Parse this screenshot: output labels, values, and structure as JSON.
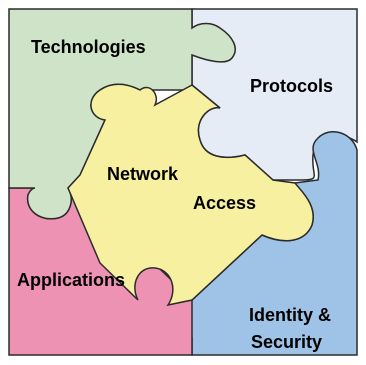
{
  "pieces": {
    "technologies": {
      "label": "Technologies",
      "color": "#cfe3c8"
    },
    "protocols": {
      "label": "Protocols",
      "color": "#e6ecf6"
    },
    "network_access": {
      "label_line1": "Network",
      "label_line2": "Access",
      "color": "#f7f0a0"
    },
    "applications": {
      "label": "Applications",
      "color": "#ee92b3"
    },
    "identity_security": {
      "label_line1": "Identity &",
      "label_line2": "Security",
      "color": "#9fc3e6"
    }
  },
  "outline_color": "#2b2b2b"
}
